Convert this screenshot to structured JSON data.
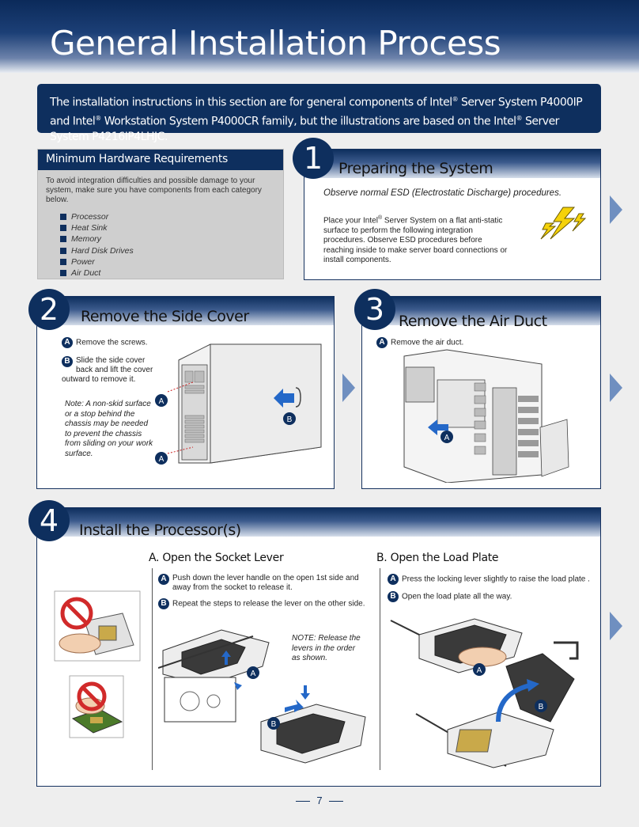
{
  "page_title": "General Installation Process",
  "intro": {
    "part1": "The installation instructions in this section are for general components of Intel",
    "part2": " Server System P4000IP and Intel",
    "part3": " Workstation System P4000CR family, but the illustrations are based on the Intel",
    "part4": " Server System P4216IP4LHJC.",
    "reg": "®"
  },
  "requirements": {
    "title": "Minimum Hardware Requirements",
    "text": "To avoid integration difficulties and possible damage to your system, make sure you have components from each category below.",
    "items": [
      "Processor",
      "Heat Sink",
      "Memory",
      "Hard Disk Drives",
      "Power",
      "Air Duct"
    ]
  },
  "step1": {
    "number": "1",
    "title": "Preparing the System",
    "subtitle": "Observe normal ESD (Electrostatic Discharge) procedures.",
    "text_a": "Place your Intel",
    "reg": "®",
    "text_b": " Server System on a flat anti-static surface to perform the following integration procedures. Observe ESD procedures before reaching inside to make server board connections or install components."
  },
  "step2": {
    "number": "2",
    "title": "Remove the Side Cover",
    "a_badge": "A",
    "a_text": "Remove the screws.",
    "b_badge": "B",
    "b_text": "Slide the side cover back and lift the cover outward to remove it.",
    "note": "Note: A non-skid surface or a stop behind the chassis may be needed to prevent the chassis from sliding on your work surface."
  },
  "step3": {
    "number": "3",
    "title": "Remove the Air Duct",
    "a_badge": "A",
    "a_text": "Remove the air duct."
  },
  "step4": {
    "number": "4",
    "title": "Install the Processor(s)",
    "partA": {
      "title": "A.  Open the Socket Lever",
      "a_badge": "A",
      "a_text": "Push down the lever handle on the open 1st side and away from the socket to release it.",
      "b_badge": "B",
      "b_text": "Repeat the steps to release the lever on the other side.",
      "note": "NOTE: Release the levers in the order as shown."
    },
    "partB": {
      "title": "B.  Open the Load Plate",
      "a_badge": "A",
      "a_text": "Press the locking lever slightly to raise the load plate .",
      "b_badge": "B",
      "b_text": "Open the load plate all the way."
    }
  },
  "page_number": "7",
  "colors": {
    "navy": "#0e2f5e",
    "arrow": "#6f8fc0",
    "warning_yellow": "#f5d20a",
    "prohibit_red": "#d12a2a"
  }
}
